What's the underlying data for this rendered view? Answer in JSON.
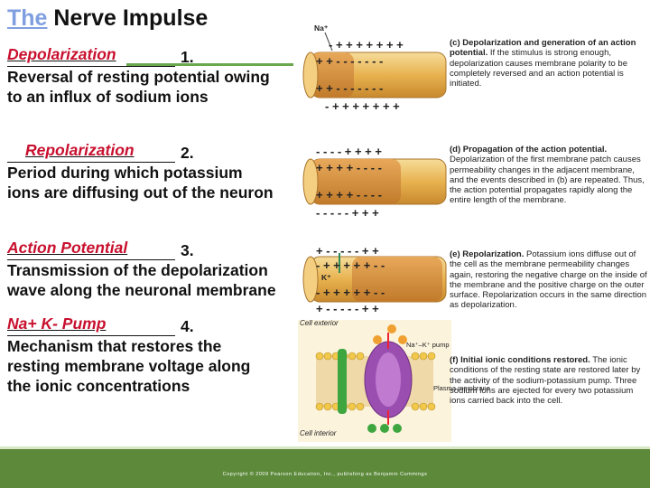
{
  "title": {
    "prefix": "The",
    "rest": "Nerve Impulse"
  },
  "items": [
    {
      "answer": "Depolarization",
      "number": "1.",
      "text": "Reversal of resting potential owing to an influx of sodium ions"
    },
    {
      "answer": "Repolarization",
      "number": "2.",
      "text": "Period during which potassium ions are diffusing out of the neuron"
    },
    {
      "answer": "Action Potential",
      "number": "3.",
      "text": "Transmission of the depolarization wave along the neuronal membrane"
    },
    {
      "answer": "Na+ K- Pump",
      "number": "4.",
      "text": "Mechanism that restores the resting membrane voltage along the ionic concentrations"
    }
  ],
  "diagram": {
    "na_label": "Na⁺",
    "k_label": "K⁺",
    "cell_exterior": "Cell exterior",
    "cell_interior": "Cell interior",
    "pump_label": "Na⁺–K⁺ pump",
    "plasma_membrane": "Plasma membrane",
    "captions": [
      {
        "label": "(c)",
        "head": "Depolarization and generation of an action potential.",
        "body": "If the stimulus is strong enough, depolarization causes membrane polarity to be completely reversed and an action potential is initiated."
      },
      {
        "label": "(d)",
        "head": "Propagation of the action potential.",
        "body": "Depolarization of the first membrane patch causes permeability changes in the adjacent membrane, and the events described in (b) are repeated. Thus, the action potential propagates rapidly along the entire length of the membrane."
      },
      {
        "label": "(e)",
        "head": "Repolarization.",
        "body": "Potassium ions diffuse out of the cell as the membrane permeability changes again, restoring the negative charge on the inside of the membrane and the positive charge on the outer surface. Repolarization occurs in the same direction as depolarization."
      },
      {
        "label": "(f)",
        "head": "Initial ionic conditions restored.",
        "body": "The ionic conditions of the resting state are restored later by the activity of the sodium-potassium pump. Three sodium ions are ejected for every two potassium ions carried back into the cell."
      }
    ]
  },
  "footer": {
    "copyright": "Copyright © 2009 Pearson Education, Inc., publishing as Benjamin Cummings"
  }
}
